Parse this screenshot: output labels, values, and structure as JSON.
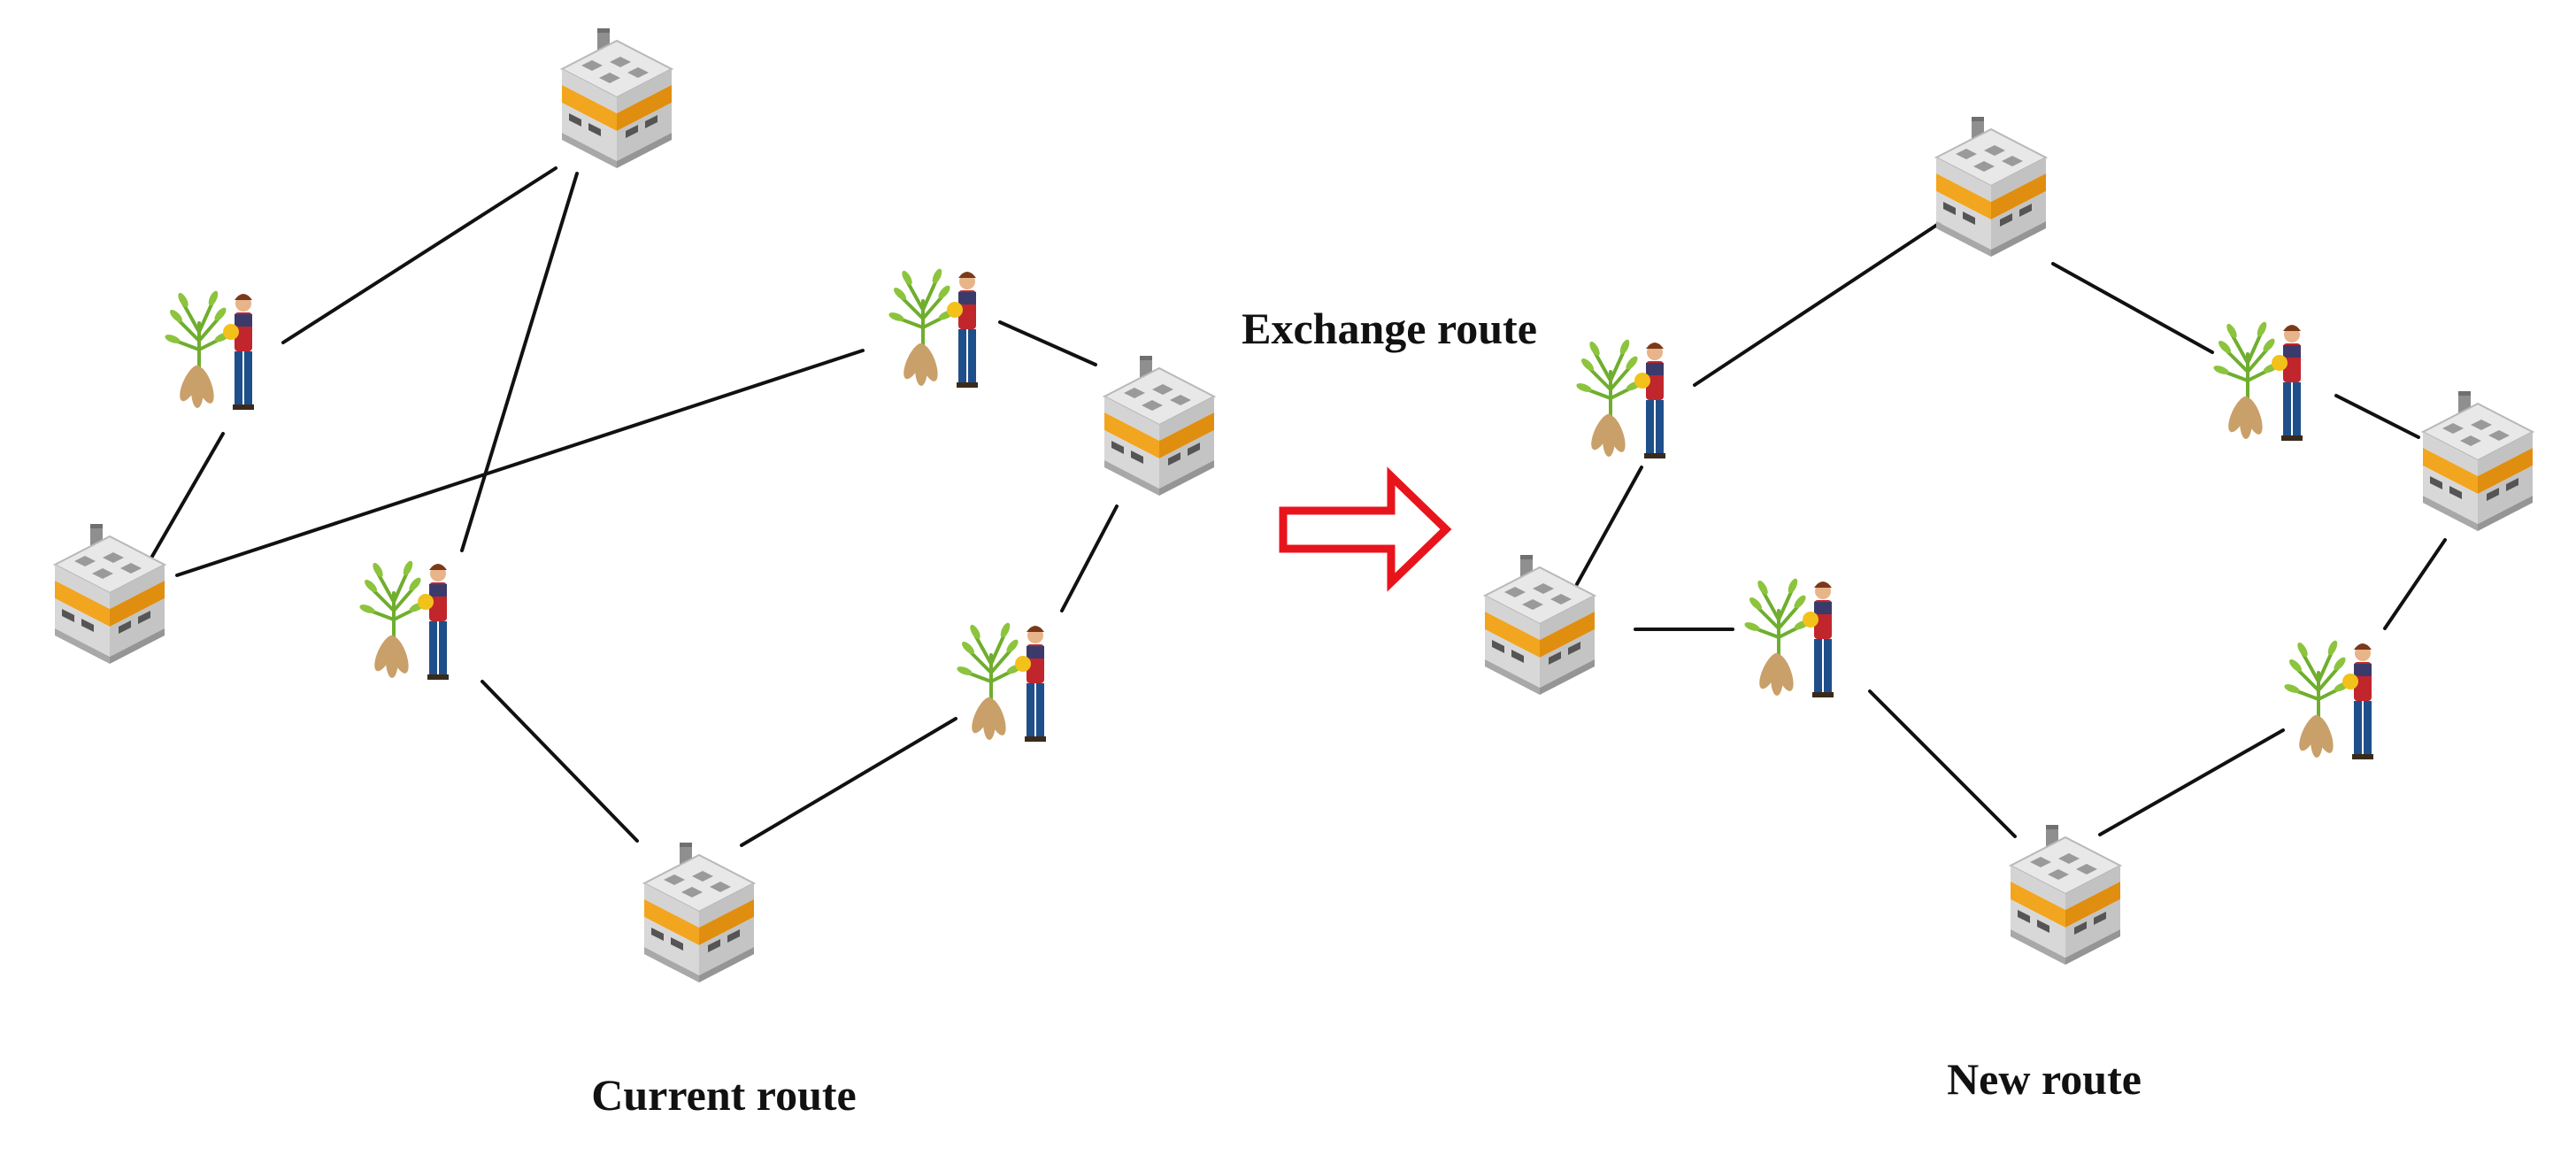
{
  "labels": {
    "exchange_route": "Exchange route",
    "current_route": "Current route",
    "new_route": "New route"
  },
  "colors": {
    "line": "#111111",
    "arrow": "#e8141c",
    "factory_accent": "#f0a020"
  },
  "icons": {
    "factory": "factory-icon",
    "farmer": "farmer-with-cassava-icon",
    "arrow": "right-arrow-icon"
  }
}
